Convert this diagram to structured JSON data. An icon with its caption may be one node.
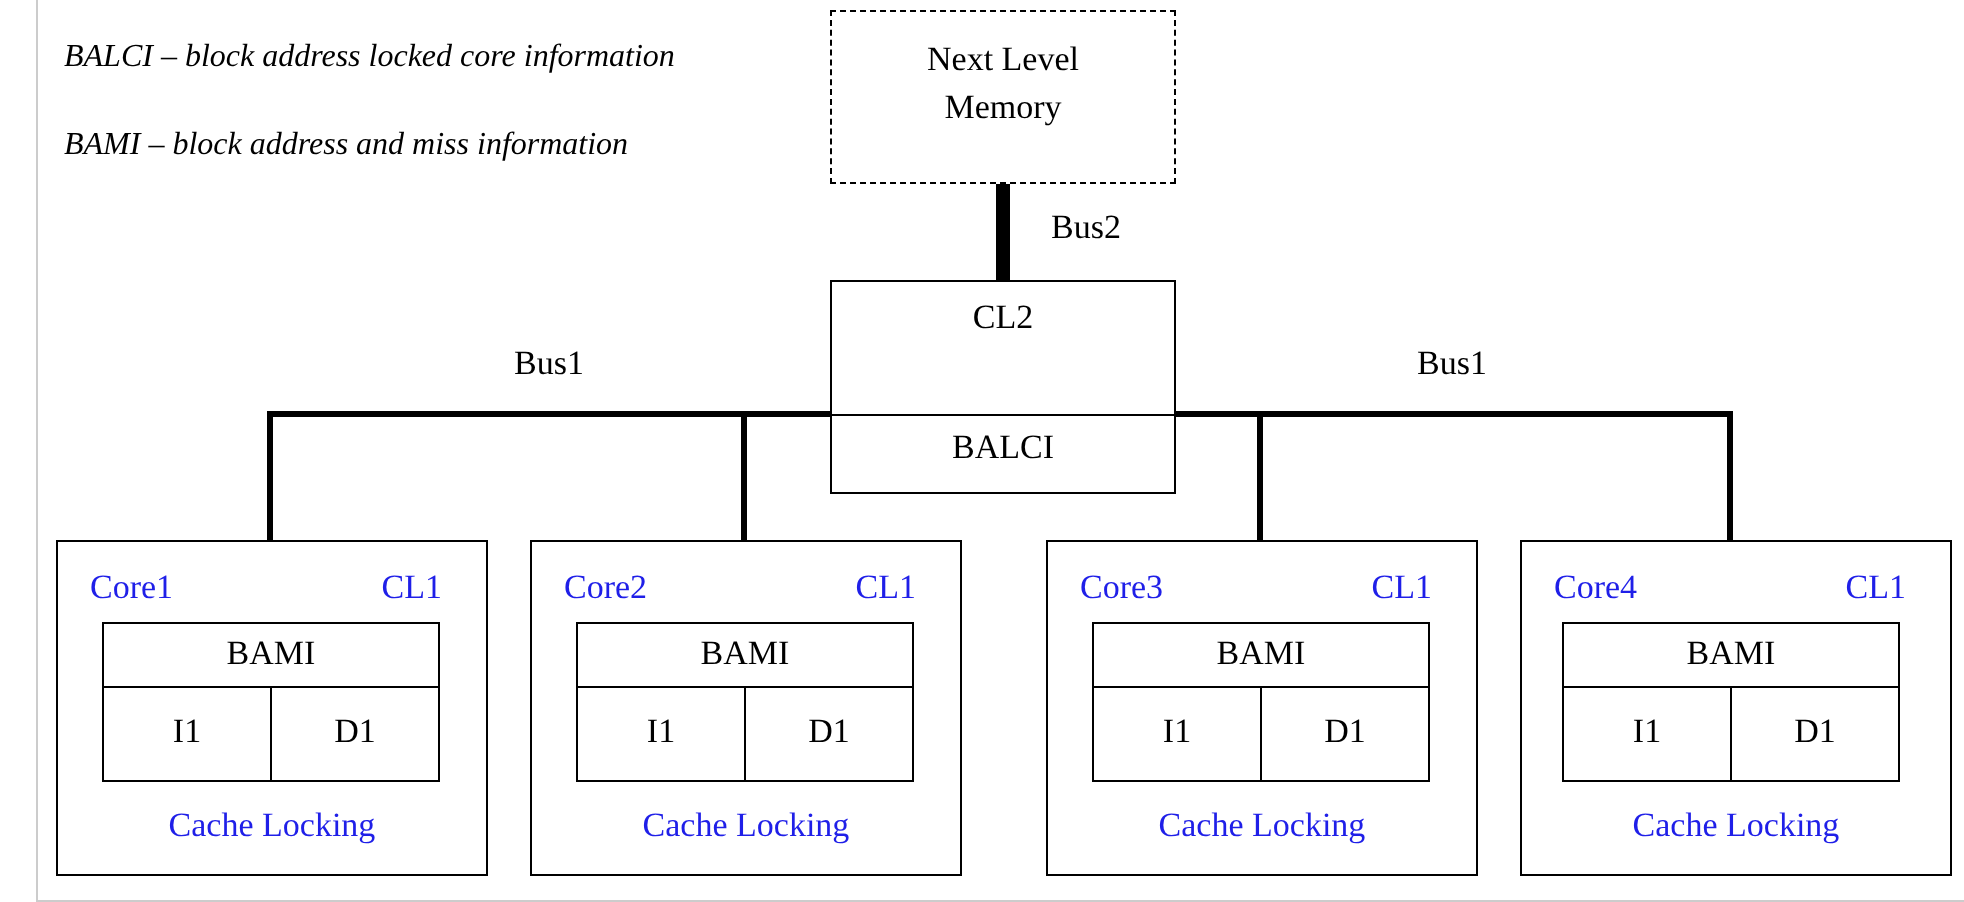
{
  "diagram": {
    "nodes": [
      {
        "text": [
          "Next Level Memory"
        ]
      },
      {
        "text": [
          "CL2",
          "BALCI"
        ]
      },
      {
        "text": [
          "Core1",
          "CL1",
          "Cache Locking"
        ]
      },
      {
        "text": [
          "BAMI"
        ],
        "in": 2
      },
      {
        "text": [
          "I1"
        ],
        "in": 3
      },
      {
        "text": [
          "D1"
        ],
        "in": 3
      },
      {
        "text": [
          "Core2",
          "CL1",
          "Cache Locking"
        ]
      },
      {
        "text": [
          "BAMI"
        ],
        "in": 6
      },
      {
        "text": [
          "I1"
        ],
        "in": 7
      },
      {
        "text": [
          "D1"
        ],
        "in": 7
      },
      {
        "text": [
          "Core3",
          "CL1",
          "Cache Locking"
        ]
      },
      {
        "text": [
          "BAMI"
        ],
        "in": 10
      },
      {
        "text": [
          "I1"
        ],
        "in": 11
      },
      {
        "text": [
          "D1"
        ],
        "in": 11
      },
      {
        "text": [
          "Core4",
          "CL1",
          "Cache Locking"
        ]
      },
      {
        "text": [
          "BAMI"
        ],
        "in": 14
      },
      {
        "text": [
          "I1"
        ],
        "in": 15
      },
      {
        "text": [
          "D1"
        ],
        "in": 15
      }
    ],
    "edges": [
      {
        "from": 0,
        "to": 1,
        "arrow": "none",
        "label": "Bus2",
        "style": "thick"
      },
      {
        "from": 1,
        "to": 3,
        "arrow": "none",
        "label": "Bus1"
      },
      {
        "from": 1,
        "to": 7,
        "arrow": "none"
      },
      {
        "from": 1,
        "to": 11,
        "arrow": "none"
      },
      {
        "from": 1,
        "to": 15,
        "arrow": "none",
        "label": "Bus1"
      }
    ],
    "labels": [
      "BALCI – block address locked core information",
      "BAMI – block address and miss information"
    ]
  }
}
